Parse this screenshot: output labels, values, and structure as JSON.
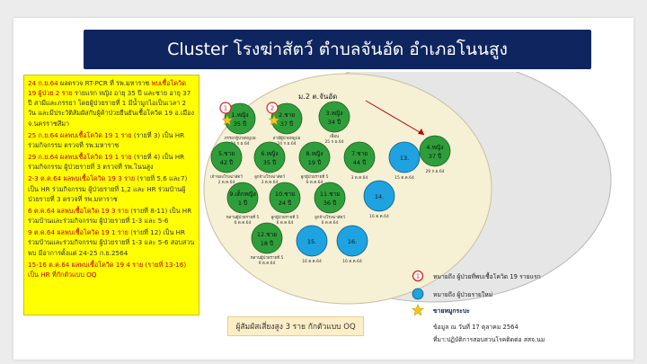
{
  "title": "Cluster โรงฆ่าสัตว์ ตำบลจันอัด อำเภอโนนสูง",
  "timeline": [
    {
      "date": "24 ก.ย.64",
      "html": "<span class='hl'>24 ก.ย.64</span> ผลตรวจ RT-PCR ที่ รพ.มหาราช <span class='hl'>พบเชื้อโควิด 19 ผู้ป่วย 2 ราย</span> รายแรก หญิง อายุ 35 ปี และชาย อายุ 37 ปี สามีและภรรยา โดยผู้ป่วยรายที่ 1 มีน้ำมูกไอเป็นเวลา 2 วัน และมีประวัติสัมผัสกับผู้ค้าป่วยยืนยันเชื้อโควิด 19 อ.เมือง จ.นครราชสีมา"
    },
    {
      "date": "25 ก.ย.64",
      "html": "<span class='hl'>25 ก.ย.64 ผลพบเชื้อโควิด 19 1 ราย</span> (รายที่ 3) เป็น HR ร่วมกิจกรรม ตรวจที่ รพ.มหาราช"
    },
    {
      "date": "29 ก.ย.64",
      "html": "<span class='hl'>29 ก.ย.64 ผลพบเชื้อโควิด 19 1 ราย</span> (รายที่ 4) เป็น HR ร่วมกิจกรรม ผู้ป่วยรายที่ 3 ตรวจที่ รพ.โนนสูง"
    },
    {
      "date": "2-3 ต.ค.64",
      "html": "<span class='hl'>2-3 ต.ค.64 ผลพบเชื้อโควิด 19 3 ราย</span> (รายที่ 5,6 และ7) เป็น HR ร่วมกิจกรรม ผู้ป่วยรายที่ 1,2 และ HR ร่วมบ้านผู้ป่วยรายที่ 3 ตรวจที่ รพ.มหาราช"
    },
    {
      "date": "6 ต.ค.64",
      "html": "<span class='hl'>6 ต.ค.64 ผลพบเชื้อโควิด 19 3 ราย</span> (รายที่ 8-11) เป็น HR ร่วมบ้านและร่วมกิจกรรม ผู้ป่วยรายที่ 1-3 และ 5-6"
    },
    {
      "date": "9 ต.ค.64",
      "html": "<span class='hl'>9 ต.ค.64 ผลพบเชื้อโควิด 19 1 ราย</span> (รายที่ 12) เป็น HR ร่วมบ้านและร่วมกิจกรรม ผู้ป่วยรายที่ 1-3 และ 5-6 สอบสวนพบ มีอาการตั้งแต่ 24-25 ก.ย.2564"
    },
    {
      "date": "15-16 ต.ค.64",
      "html": "<span class='hl'>15-16 ต.ค.64 ผลพบเชื้อโควิด 19 4 ราย (รายที่ 13-16) เป็น HR ที่กักตัวแบบ OQ</span>"
    }
  ],
  "diagram": {
    "area_label": "ม.2 ต.จันอัด",
    "cases": [
      {
        "id": "1",
        "label": "1.หญิง",
        "age": "35 ปี",
        "caption": "ภรรยาผู้ป่วยหมูบ่อ",
        "date": "24 ก.ย.64",
        "color": "green",
        "star": true,
        "marker": "1"
      },
      {
        "id": "2",
        "label": "2.ชาย",
        "age": "37 ปี",
        "caption": "สามีผู้ป่วยหมูบ่อ",
        "date": "24 ก.ย.64",
        "color": "green",
        "star": true,
        "marker": "2"
      },
      {
        "id": "3",
        "label": "3.หญิง",
        "age": "34 ปี",
        "caption": "เพื่อน",
        "date": "25 ก.ย.64",
        "color": "green"
      },
      {
        "id": "4",
        "label": "4.หญิง",
        "age": "37 ปี",
        "caption": "",
        "date": "29 ก.ย.64",
        "color": "green"
      },
      {
        "id": "5",
        "label": "5.ชาย",
        "age": "42 ปี",
        "caption": "เจ้าของโรงฆ่าสัตว์",
        "date": "2 ต.ค.64",
        "color": "green"
      },
      {
        "id": "6",
        "label": "6.หญิง",
        "age": "35 ปี",
        "caption": "ลูกจ้างโรงฆ่าสัตว์",
        "date": "3 ต.ค.64",
        "color": "green"
      },
      {
        "id": "8",
        "label": "8.หญิง",
        "age": "19 ปี",
        "caption": "ลูกผู้ป่วยรายที่ 5",
        "date": "6 ต.ค.64",
        "color": "green"
      },
      {
        "id": "7",
        "label": "7.ชาย",
        "age": "44 ปี",
        "caption": "",
        "date": "3 ต.ค.64",
        "color": "green"
      },
      {
        "id": "13",
        "label": "13.",
        "age": "",
        "caption": "",
        "date": "15 ต.ค.64",
        "color": "blue"
      },
      {
        "id": "9",
        "label": "9.เด็กหญิง",
        "age": "1 ปี",
        "caption": "หลานผู้ป่วยรายที่ 5",
        "date": "6 ต.ค.64",
        "color": "green"
      },
      {
        "id": "10",
        "label": "10.ชาย",
        "age": "24 ปี",
        "caption": "ลูกผู้ป่วยรายที่ 5",
        "date": "6 ต.ค.64",
        "color": "green"
      },
      {
        "id": "11",
        "label": "11.ชาย",
        "age": "36 ปี",
        "caption": "ลูกจ้างโรงฆ่าสัตว์",
        "date": "6 ต.ค.64",
        "color": "green"
      },
      {
        "id": "14",
        "label": "14.",
        "age": "",
        "caption": "",
        "date": "16 ต.ค.64",
        "color": "blue"
      },
      {
        "id": "12",
        "label": "12.ชาย",
        "age": "18 ปี",
        "caption": "หลานผู้ป่วยรายที่ 5",
        "date": "9 ต.ค.64",
        "color": "green"
      },
      {
        "id": "15",
        "label": "15.",
        "age": "",
        "caption": "",
        "date": "16 ต.ค.64",
        "color": "blue"
      },
      {
        "id": "16",
        "label": "16.",
        "age": "",
        "caption": "",
        "date": "16 ต.ค.64",
        "color": "blue"
      }
    ]
  },
  "risk_note": "ผู้สัมผัสเสี่ยงสูง 3 ราย กักตัวแบบ OQ",
  "legend": {
    "red_circle": "หมายถึง ผู้ป่วยที่พบเชื้อโควิด 19 รายแรก",
    "blue_circle": "หมายถึง ผู้ป่วยรายใหม่",
    "star": "ขายหมูกระบะ",
    "as_of": "ข้อมูล ณ วันที่ 17 ตุลาคม 2564",
    "source": "ที่มา:ปฏิบัติการสอบสวนโรคติดต่อ สสจ.นม"
  },
  "colors": {
    "title_bg": "#0f2560",
    "timeline_bg": "#ffff00",
    "case_green": "#2e9e3a",
    "case_blue": "#1ea3e0",
    "area_bg": "#f6f0d4",
    "highlight_red": "#c00000"
  }
}
